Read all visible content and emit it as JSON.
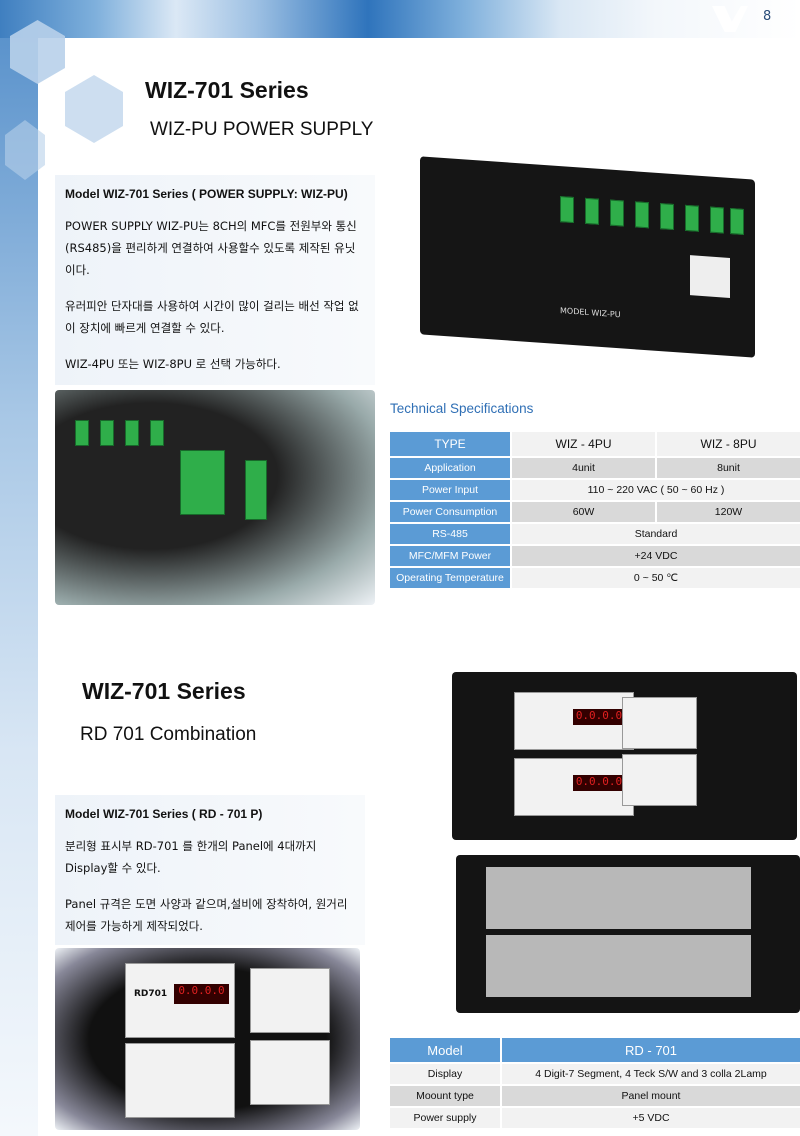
{
  "page_number": "8",
  "section1": {
    "title": "WIZ-701 Series",
    "subtitle": "WIZ-PU POWER SUPPLY",
    "panel_heading": "Model WIZ-701 Series ( POWER SUPPLY: WIZ-PU)",
    "paragraphs": [
      "POWER SUPPLY WIZ-PU는 8CH의 MFC를 전원부와 통신(RS485)을 편리하게 연결하여 사용할수 있도록 제작된 유닛이다.",
      "유러피안 단자대를 사용하여 시간이 많이 걸리는 배선 작업 없이 장치에 빠르게 연결할 수 있다.",
      "WIZ-4PU 또는 WIZ-8PU 로 선택 가능하다."
    ],
    "device_label": "MODEL WIZ-PU",
    "spec_title": "Technical Specifications",
    "spec_header": [
      "TYPE",
      "WIZ - 4PU",
      "WIZ - 8PU"
    ],
    "spec_rows": [
      {
        "label": "Application",
        "a": "4unit",
        "b": "8unit"
      },
      {
        "label": "Power Input",
        "span": "110 ~ 220 VAC ( 50 ~ 60 Hz )"
      },
      {
        "label": "Power Consumption",
        "a": "60W",
        "b": "120W"
      },
      {
        "label": "RS-485",
        "span": "Standard"
      },
      {
        "label": "MFC/MFM Power",
        "span": "+24 VDC"
      },
      {
        "label": "Operating Temperature",
        "span": "0 ~ 50 ℃"
      }
    ]
  },
  "section2": {
    "title": "WIZ-701 Series",
    "subtitle": "RD 701 Combination",
    "panel_heading": "Model WIZ-701 Series ( RD - 701 P)",
    "paragraphs": [
      "분리형 표시부  RD-701 를 한개의 Panel에 4대까지 Display할 수 있다.",
      "Panel 규격은 도면 사양과 같으며,설비에 장착하여, 원거리 제어를 가능하게 제작되었다."
    ],
    "display_label": "RD701",
    "display_value": "0.0.0.0",
    "spec_header": [
      "Model",
      "RD - 701"
    ],
    "spec_rows": [
      {
        "label": "Display",
        "value": "4 Digit-7 Segment, 4 Teck S/W and 3 colla 2Lamp"
      },
      {
        "label": "Moount type",
        "value": "Panel mount"
      },
      {
        "label": "Power supply",
        "value": "+5 VDC"
      }
    ]
  },
  "colors": {
    "accent": "#5b9bd5",
    "title_blue": "#2f6fb5"
  }
}
